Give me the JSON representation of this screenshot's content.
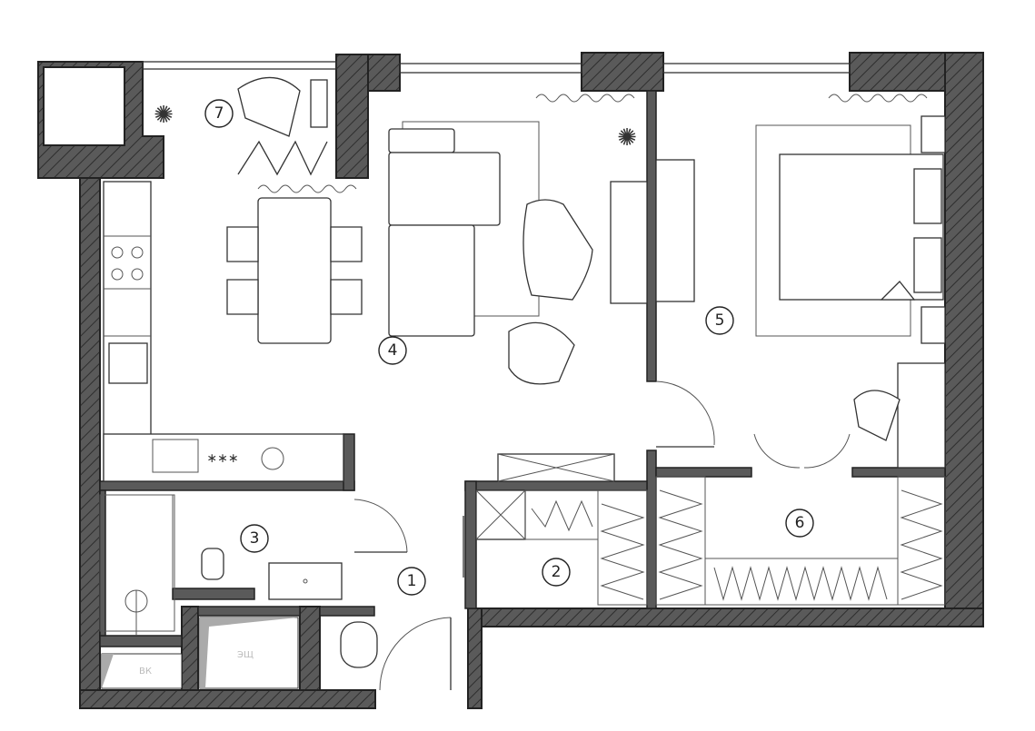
{
  "plan": {
    "rooms": [
      {
        "number": "1"
      },
      {
        "number": "2"
      },
      {
        "number": "3"
      },
      {
        "number": "4"
      },
      {
        "number": "5"
      },
      {
        "number": "6"
      },
      {
        "number": "7"
      }
    ],
    "shaft_labels": [
      "ВК",
      "ЭЩ"
    ],
    "colors": {
      "wall": "#5a5a5a",
      "line": "#333333",
      "background": "#ffffff"
    }
  }
}
